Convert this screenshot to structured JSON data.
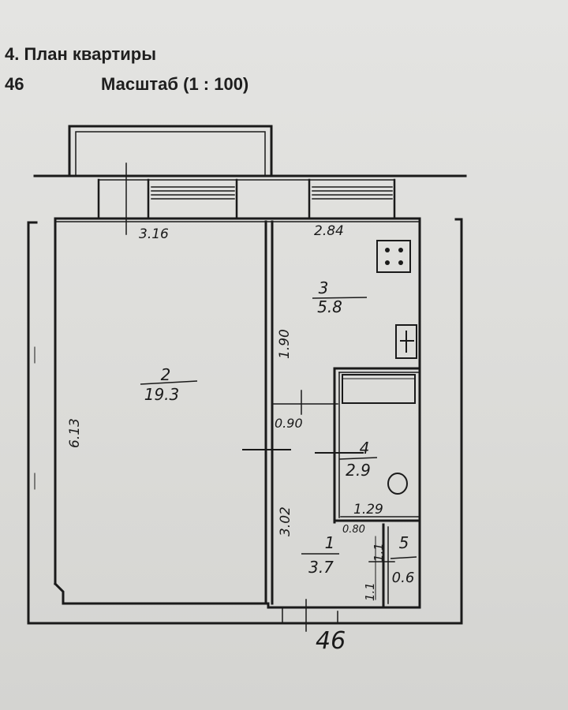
{
  "header": {
    "title": "4. План квартиры",
    "number": "46",
    "scale": "Масштаб (1 : 100)"
  },
  "rooms": [
    {
      "id": "2",
      "area": "19.3"
    },
    {
      "id": "3",
      "area": "5.8"
    },
    {
      "id": "4",
      "area": "2.9"
    },
    {
      "id": "1",
      "area": "3.7"
    },
    {
      "id": "5",
      "area": "0.6"
    }
  ],
  "dimensions": {
    "room2_width": "3.16",
    "room2_length": "6.13",
    "kitchen_width": "2.84",
    "kitchen_depth": "1.90",
    "door_width": "0.90",
    "hall_length": "3.02",
    "bath_width": "1.29",
    "bath_door": "0.80",
    "wc_width": "1.1",
    "wc_length": "1.1"
  },
  "footer_number": "46"
}
